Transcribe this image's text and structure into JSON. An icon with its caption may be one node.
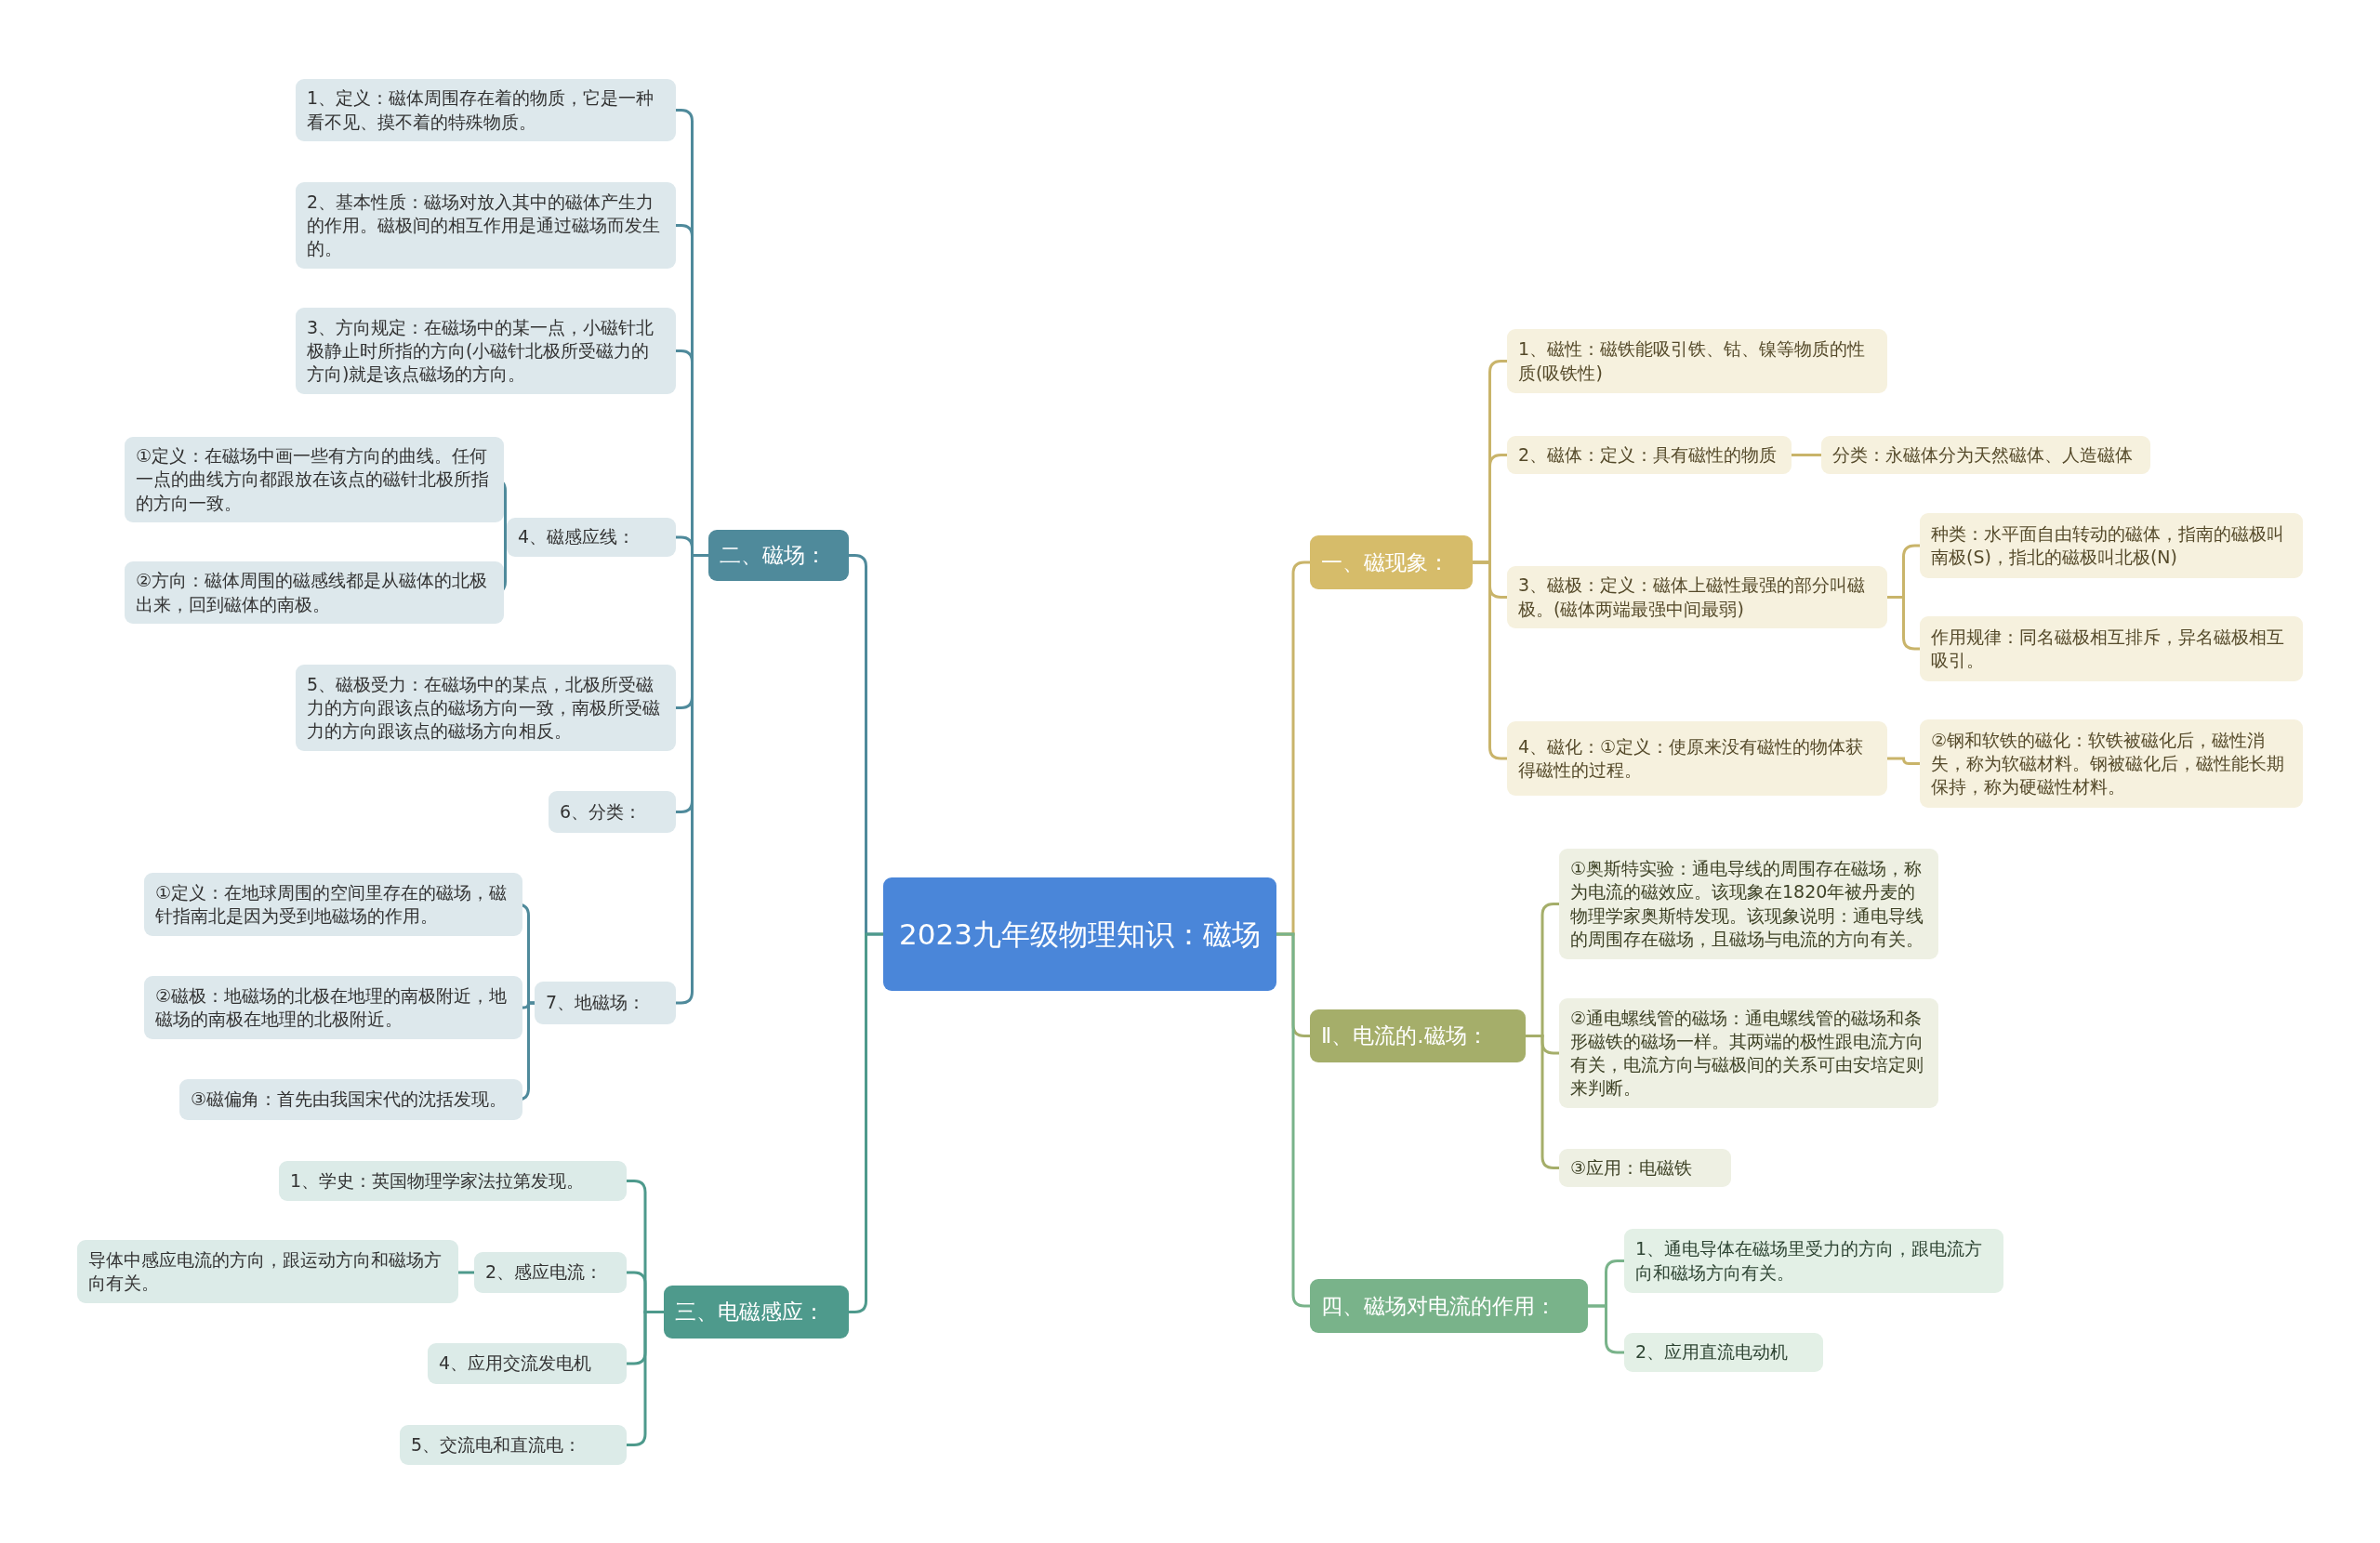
{
  "diagram": {
    "nodes": [
      {
        "text": [
          "2023九年级物理知识：磁场"
        ]
      },
      {
        "text": [
          "二、磁场："
        ]
      },
      {
        "text": [
          "1、定义：磁体周围存在着的物质，它是一种看不见、摸不着的特殊物质。"
        ]
      },
      {
        "text": [
          "2、基本性质：磁场对放入其中的磁体产生力的作用。磁极间的相互作用是通过磁场而发生的。"
        ]
      },
      {
        "text": [
          "3、方向规定：在磁场中的某一点，小磁针北极静止时所指的方向(小磁针北极所受磁力的方向)就是该点磁场的方向。"
        ]
      },
      {
        "text": [
          "4、磁感应线："
        ]
      },
      {
        "text": [
          "①定义：在磁场中画一些有方向的曲线。任何一点的曲线方向都跟放在该点的磁针北极所指的方向一致。"
        ]
      },
      {
        "text": [
          "②方向：磁体周围的磁感线都是从磁体的北极出来，回到磁体的南极。"
        ]
      },
      {
        "text": [
          "5、磁极受力：在磁场中的某点，北极所受磁力的方向跟该点的磁场方向一致，南极所受磁力的方向跟该点的磁场方向相反。"
        ]
      },
      {
        "text": [
          "6、分类："
        ]
      },
      {
        "text": [
          "7、地磁场："
        ]
      },
      {
        "text": [
          "①定义：在地球周围的空间里存在的磁场，磁针指南北是因为受到地磁场的作用。"
        ]
      },
      {
        "text": [
          "②磁极：地磁场的北极在地理的南极附近，地磁场的南极在地理的北极附近。"
        ]
      },
      {
        "text": [
          "③磁偏角：首先由我国宋代的沈括发现。"
        ]
      },
      {
        "text": [
          "三、电磁感应："
        ]
      },
      {
        "text": [
          "1、学史：英国物理学家法拉第发现。"
        ]
      },
      {
        "text": [
          "2、感应电流："
        ]
      },
      {
        "text": [
          "导体中感应电流的方向，跟运动方向和磁场方向有关。"
        ]
      },
      {
        "text": [
          "4、应用交流发电机"
        ]
      },
      {
        "text": [
          "5、交流电和直流电："
        ]
      },
      {
        "text": [
          "一、磁现象："
        ]
      },
      {
        "text": [
          "1、磁性：磁铁能吸引铁、钴、镍等物质的性质(吸铁性)"
        ]
      },
      {
        "text": [
          "2、磁体：定义：具有磁性的物质"
        ]
      },
      {
        "text": [
          "分类：永磁体分为天然磁体、人造磁体"
        ]
      },
      {
        "text": [
          "3、磁极：定义：磁体上磁性最强的部分叫磁极。(磁体两端最强中间最弱)"
        ]
      },
      {
        "text": [
          "种类：水平面自由转动的磁体，指南的磁极叫南极(S)，指北的磁极叫北极(N)"
        ]
      },
      {
        "text": [
          "作用规律：同名磁极相互排斥，异名磁极相互吸引。"
        ]
      },
      {
        "text": [
          "4、磁化：①定义：使原来没有磁性的物体获得磁性的过程。"
        ]
      },
      {
        "text": [
          "②钢和软铁的磁化：软铁被磁化后，磁性消失，称为软磁材料。钢被磁化后，磁性能长期保持，称为硬磁性材料。"
        ]
      },
      {
        "text": [
          "Ⅱ、电流的.磁场："
        ]
      },
      {
        "text": [
          "①奥斯特实验：通电导线的周围存在磁场，称为电流的磁效应。该现象在1820年被丹麦的物理学家奥斯特发现。该现象说明：通电导线的周围存在磁场，且磁场与电流的方向有关。"
        ]
      },
      {
        "text": [
          "②通电螺线管的磁场：通电螺线管的磁场和条形磁铁的磁场一样。其两端的极性跟电流方向有关，电流方向与磁极间的关系可由安培定则来判断。"
        ]
      },
      {
        "text": [
          "③应用：电磁铁"
        ]
      },
      {
        "text": [
          "四、磁场对电流的作用："
        ]
      },
      {
        "text": [
          "1、通电导体在磁场里受力的方向，跟电流方向和磁场方向有关。"
        ]
      },
      {
        "text": [
          "2、应用直流电动机"
        ]
      }
    ],
    "edges": [
      {
        "from": 0,
        "to": 1,
        "arrow": "none",
        "color": "#4f8a9b"
      },
      {
        "from": 1,
        "to": 2,
        "arrow": "none",
        "color": "#4f8a9b"
      },
      {
        "from": 1,
        "to": 3,
        "arrow": "none",
        "color": "#4f8a9b"
      },
      {
        "from": 1,
        "to": 4,
        "arrow": "none",
        "color": "#4f8a9b"
      },
      {
        "from": 1,
        "to": 5,
        "arrow": "none",
        "color": "#4f8a9b"
      },
      {
        "from": 5,
        "to": 6,
        "arrow": "none",
        "color": "#4f8a9b"
      },
      {
        "from": 5,
        "to": 7,
        "arrow": "none",
        "color": "#4f8a9b"
      },
      {
        "from": 1,
        "to": 8,
        "arrow": "none",
        "color": "#4f8a9b"
      },
      {
        "from": 1,
        "to": 9,
        "arrow": "none",
        "color": "#4f8a9b"
      },
      {
        "from": 1,
        "to": 10,
        "arrow": "none",
        "color": "#4f8a9b"
      },
      {
        "from": 10,
        "to": 11,
        "arrow": "none",
        "color": "#4f8a9b"
      },
      {
        "from": 10,
        "to": 12,
        "arrow": "none",
        "color": "#4f8a9b"
      },
      {
        "from": 10,
        "to": 13,
        "arrow": "none",
        "color": "#4f8a9b"
      },
      {
        "from": 0,
        "to": 14,
        "arrow": "none",
        "color": "#4e9a8c"
      },
      {
        "from": 14,
        "to": 15,
        "arrow": "none",
        "color": "#4e9a8c"
      },
      {
        "from": 14,
        "to": 16,
        "arrow": "none",
        "color": "#4e9a8c"
      },
      {
        "from": 16,
        "to": 17,
        "arrow": "none",
        "color": "#4e9a8c"
      },
      {
        "from": 14,
        "to": 18,
        "arrow": "none",
        "color": "#4e9a8c"
      },
      {
        "from": 14,
        "to": 19,
        "arrow": "none",
        "color": "#4e9a8c"
      },
      {
        "from": 0,
        "to": 20,
        "arrow": "none",
        "color": "#c9b46a"
      },
      {
        "from": 20,
        "to": 21,
        "arrow": "none",
        "color": "#c9b46a"
      },
      {
        "from": 20,
        "to": 22,
        "arrow": "none",
        "color": "#c9b46a"
      },
      {
        "from": 22,
        "to": 23,
        "arrow": "none",
        "color": "#c9b46a"
      },
      {
        "from": 20,
        "to": 24,
        "arrow": "none",
        "color": "#c9b46a"
      },
      {
        "from": 24,
        "to": 25,
        "arrow": "none",
        "color": "#c9b46a"
      },
      {
        "from": 24,
        "to": 26,
        "arrow": "none",
        "color": "#c9b46a"
      },
      {
        "from": 20,
        "to": 27,
        "arrow": "none",
        "color": "#c9b46a"
      },
      {
        "from": 27,
        "to": 28,
        "arrow": "none",
        "color": "#c9b46a"
      },
      {
        "from": 0,
        "to": 29,
        "arrow": "none",
        "color": "#a5ae6a"
      },
      {
        "from": 29,
        "to": 30,
        "arrow": "none",
        "color": "#a5ae6a"
      },
      {
        "from": 29,
        "to": 31,
        "arrow": "none",
        "color": "#a5ae6a"
      },
      {
        "from": 29,
        "to": 32,
        "arrow": "none",
        "color": "#a5ae6a"
      },
      {
        "from": 0,
        "to": 33,
        "arrow": "none",
        "color": "#79b38a"
      },
      {
        "from": 33,
        "to": 34,
        "arrow": "none",
        "color": "#79b38a"
      },
      {
        "from": 33,
        "to": 35,
        "arrow": "none",
        "color": "#79b38a"
      }
    ]
  }
}
